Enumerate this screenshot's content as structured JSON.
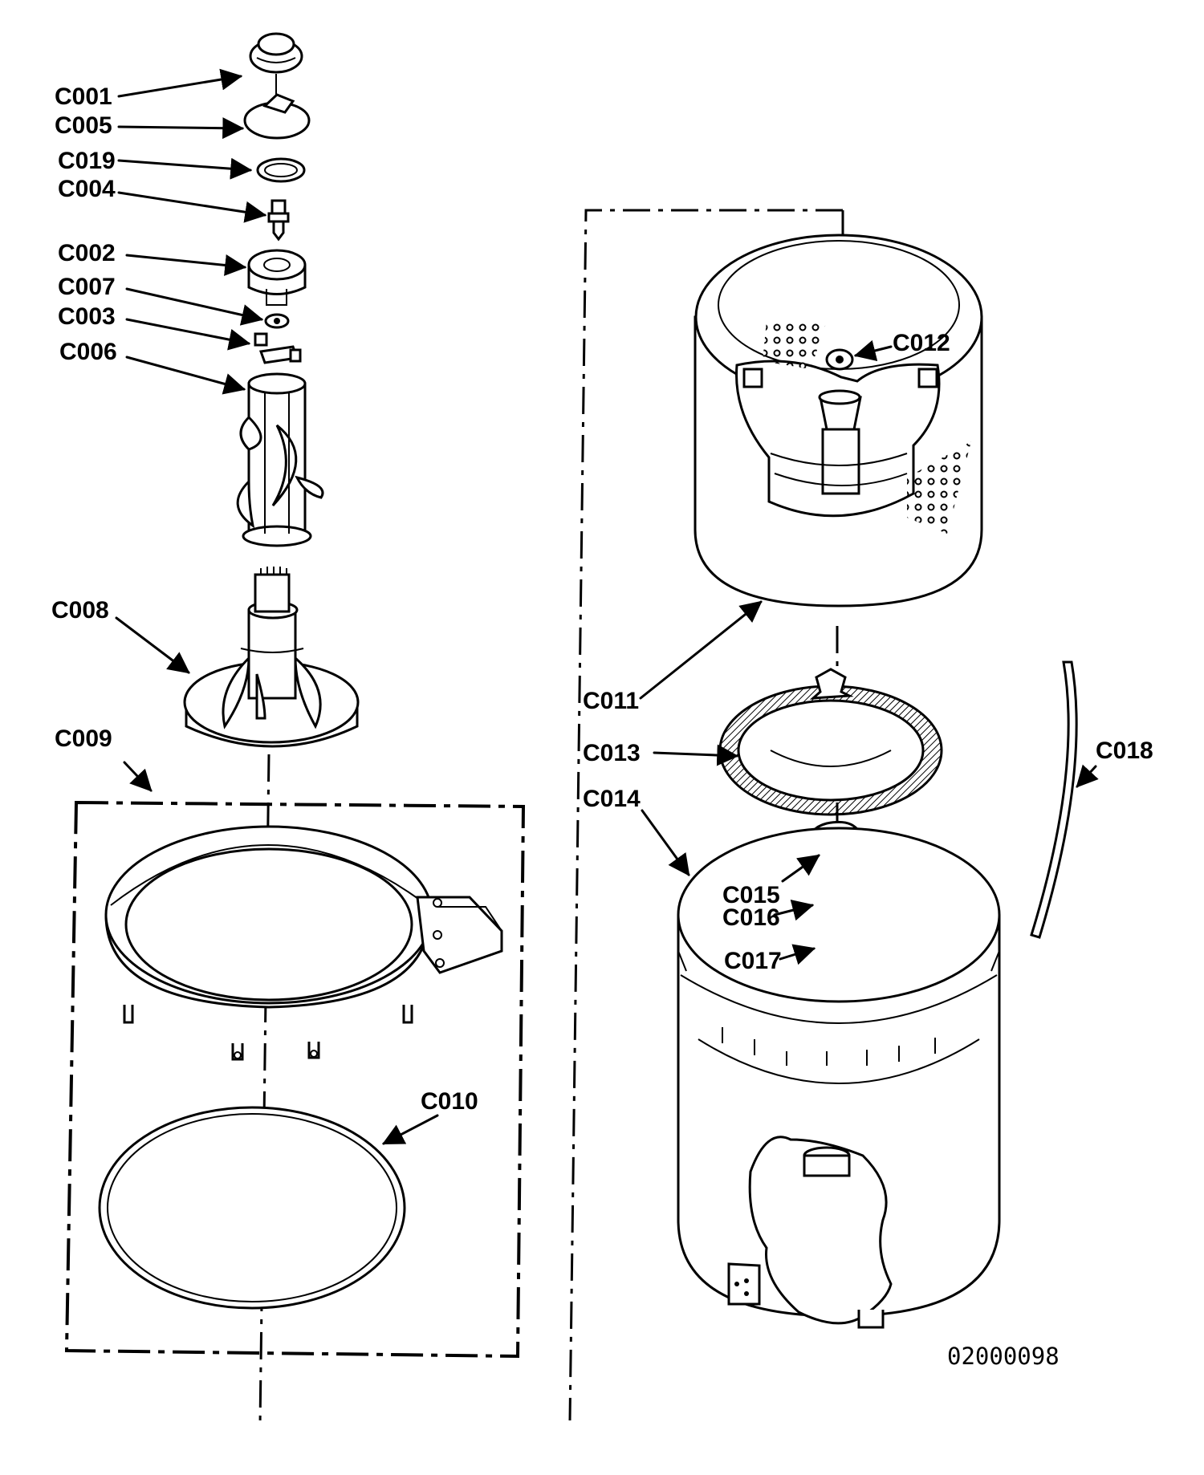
{
  "diagram": {
    "labels": {
      "c001": "C001",
      "c005": "C005",
      "c019": "C019",
      "c004": "C004",
      "c002": "C002",
      "c007": "C007",
      "c003": "C003",
      "c006": "C006",
      "c008": "C008",
      "c009": "C009",
      "c010": "C010",
      "c011": "C011",
      "c012": "C012",
      "c013": "C013",
      "c014": "C014",
      "c015": "C015",
      "c016": "C016",
      "c017": "C017",
      "c018": "C018"
    },
    "drawing_number": "02000098"
  }
}
